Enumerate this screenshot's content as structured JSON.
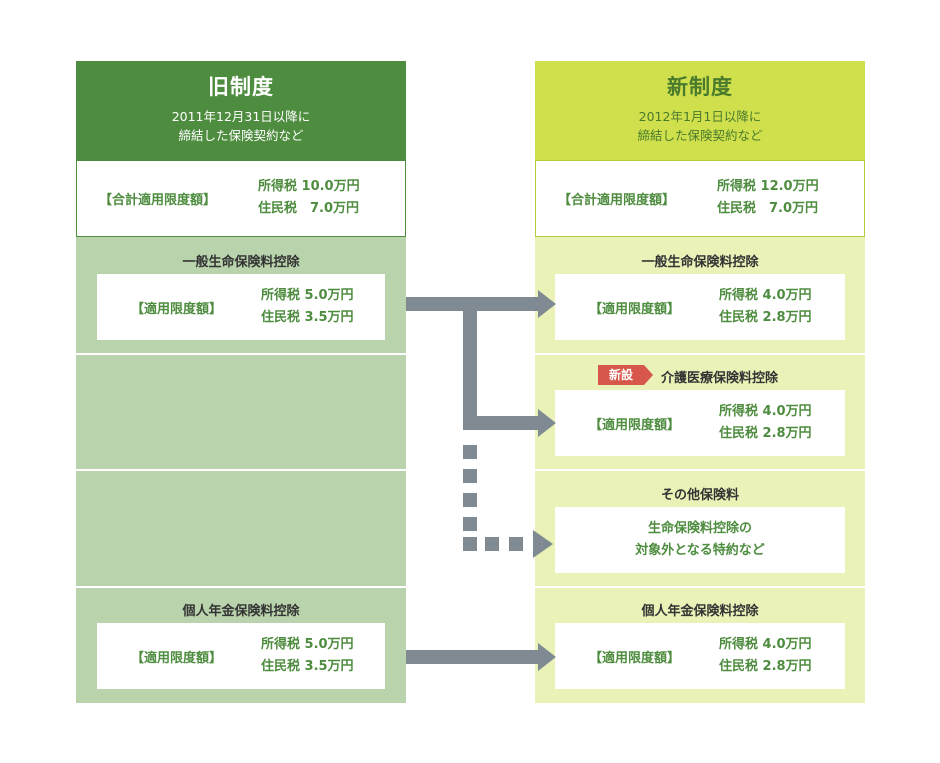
{
  "old_system": {
    "title": "旧制度",
    "subtitle_line1": "2011年12月31日以降に",
    "subtitle_line2": "締結した保険契約など",
    "total_label": "【合計適用限度額】",
    "total_income": "所得税 10.0万円",
    "total_resident": "住民税　7.0万円",
    "sections": [
      {
        "title": "一般生命保険料控除",
        "label": "【適用限度額】",
        "income": "所得税 5.0万円",
        "resident": "住民税 3.5万円"
      },
      {
        "title": "個人年金保険料控除",
        "label": "【適用限度額】",
        "income": "所得税 5.0万円",
        "resident": "住民税 3.5万円"
      }
    ]
  },
  "new_system": {
    "title": "新制度",
    "subtitle_line1": "2012年1月1日以降に",
    "subtitle_line2": "締結した保険契約など",
    "total_label": "【合計適用限度額】",
    "total_income": "所得税 12.0万円",
    "total_resident": "住民税　7.0万円",
    "general": {
      "title": "一般生命保険料控除",
      "label": "【適用限度額】",
      "income": "所得税 4.0万円",
      "resident": "住民税 2.8万円"
    },
    "care": {
      "badge": "新設",
      "title": "介護医療保険料控除",
      "label": "【適用限度額】",
      "income": "所得税 4.0万円",
      "resident": "住民税 2.8万円"
    },
    "other": {
      "title": "その他保険料",
      "line1": "生命保険料控除の",
      "line2": "対象外となる特約など"
    },
    "pension": {
      "title": "個人年金保険料控除",
      "label": "【適用限度額】",
      "income": "所得税 4.0万円",
      "resident": "住民税 2.8万円"
    }
  },
  "colors": {
    "old_header": "#4e8c3f",
    "new_header": "#cfe04c",
    "old_band": "#b9d4ad",
    "new_band": "#eaf2b8",
    "arrow": "#7f8a92",
    "badge": "#d7574a"
  }
}
